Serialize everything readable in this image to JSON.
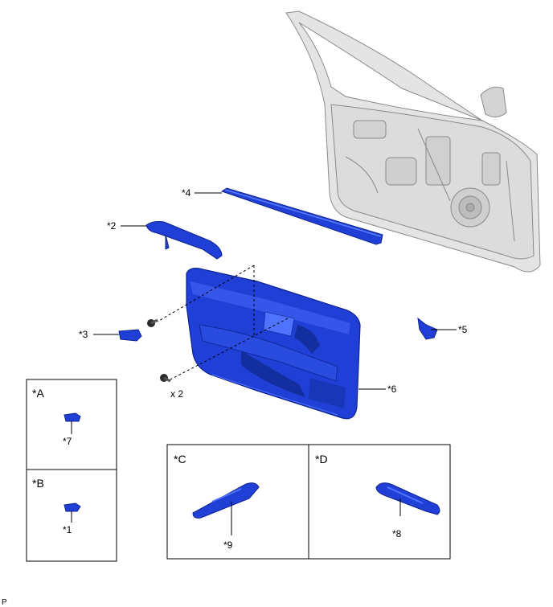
{
  "callouts": {
    "c1": "*1",
    "c2": "*2",
    "c3": "*3",
    "c4": "*4",
    "c5": "*5",
    "c6": "*6",
    "c7": "*7",
    "c8": "*8",
    "c9": "*9"
  },
  "quantity_note": "x 2",
  "boxes": {
    "a": "*A",
    "b": "*B",
    "c": "*C",
    "d": "*D"
  },
  "corner_mark": "P",
  "colors": {
    "part_blue": "#1f3fd6",
    "part_blue_dark": "#0e2390",
    "part_blue_light": "#4f73ff",
    "door_gray": "#d9d9d9",
    "door_outline": "#8a8a8a"
  }
}
